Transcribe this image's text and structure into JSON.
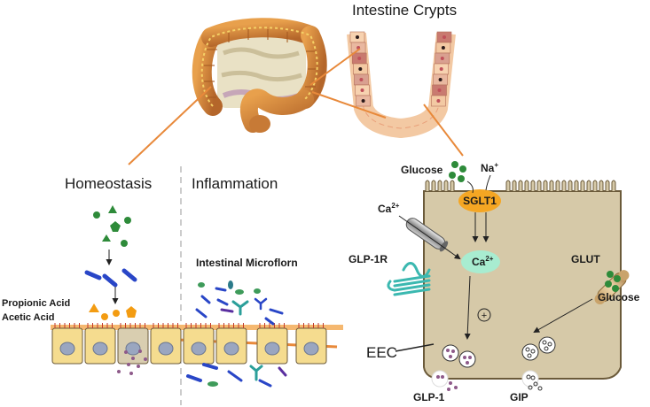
{
  "labels": {
    "intestine_crypts": "Intestine Crypts",
    "homeostasis": "Homeostasis",
    "inflammation": "Inflammation",
    "intestinal_microflorn": "Intestinal Microflorn",
    "propionic_acid": "Propionic Acid",
    "acetic_acid": "Acetic Acid",
    "glucose_top": "Glucose",
    "na": "Na",
    "na_sup": "+",
    "ca_left": "Ca",
    "ca_left_sup": "2+",
    "sglt1": "SGLT1",
    "ca_center": "Ca",
    "ca_center_sup": "2+",
    "glp1r": "GLP-1R",
    "glut": "GLUT",
    "glucose_right": "Glucose",
    "plus_sign": "+",
    "eec": "EEC",
    "glp1": "GLP-1",
    "gip": "GIP"
  },
  "colors": {
    "cell_fill": "#d6c9a8",
    "cell_stroke": "#6b5a3a",
    "epithelial_cell": "#f5dc8f",
    "nucleus": "#9aa6c0",
    "sglt1": "#f5a623",
    "ca_blob": "#a8ecd0",
    "glp1r": "#3bb8b0",
    "connector": "#e8893a",
    "green_dot": "#2e8b3a",
    "orange_dot": "#f39c12",
    "bacteria_blue": "#2946c7",
    "vesicle": "#8e5a8a"
  }
}
